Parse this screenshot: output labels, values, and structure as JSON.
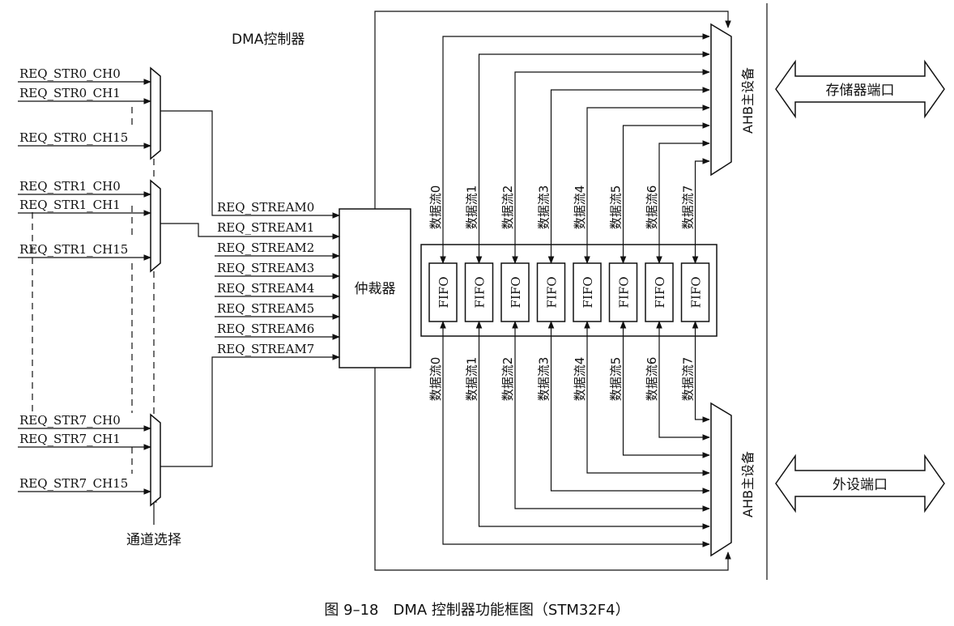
{
  "title": "DMA控制器",
  "caption": "图 9–18　DMA 控制器功能框图（STM32F4）",
  "channel_select_label": "通道选择",
  "arbiter_label": "仲裁器",
  "fifo_label": "FIFO",
  "ahb_master_label": "AHB主设备",
  "memory_port_label": "存储器端口",
  "peripheral_port_label": "外设端口",
  "mux_groups": [
    {
      "inputs": [
        "REQ_STR0_CH0",
        "REQ_STR0_CH1",
        "REQ_STR0_CH15"
      ]
    },
    {
      "inputs": [
        "REQ_STR1_CH0",
        "REQ_STR1_CH1",
        "REQ_STR1_CH15"
      ]
    },
    {
      "inputs": [
        "REQ_STR7_CH0",
        "REQ_STR7_CH1",
        "REQ_STR7_CH15"
      ]
    }
  ],
  "streams": [
    "REQ_STREAM0",
    "REQ_STREAM1",
    "REQ_STREAM2",
    "REQ_STREAM3",
    "REQ_STREAM4",
    "REQ_STREAM5",
    "REQ_STREAM6",
    "REQ_STREAM7"
  ],
  "data_streams": [
    "数据流0",
    "数据流1",
    "数据流2",
    "数据流3",
    "数据流4",
    "数据流5",
    "数据流6",
    "数据流7"
  ]
}
